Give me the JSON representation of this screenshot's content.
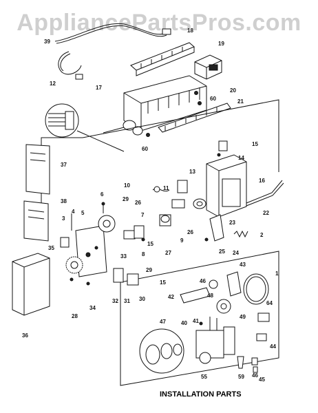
{
  "watermark": "AppliancePartsPros.com",
  "installation_title": "INSTALLATION PARTS",
  "callouts": [
    {
      "id": "c39",
      "text": "39"
    },
    {
      "id": "c18",
      "text": "18"
    },
    {
      "id": "c19",
      "text": "19"
    },
    {
      "id": "c12",
      "text": "12"
    },
    {
      "id": "c17",
      "text": "17"
    },
    {
      "id": "c20",
      "text": "20"
    },
    {
      "id": "c60a",
      "text": "60"
    },
    {
      "id": "c21",
      "text": "21"
    },
    {
      "id": "c60b",
      "text": "60"
    },
    {
      "id": "c15a",
      "text": "15"
    },
    {
      "id": "c14",
      "text": "14"
    },
    {
      "id": "c37",
      "text": "37"
    },
    {
      "id": "c13",
      "text": "13"
    },
    {
      "id": "c16",
      "text": "16"
    },
    {
      "id": "c10",
      "text": "10"
    },
    {
      "id": "c11",
      "text": "11"
    },
    {
      "id": "c6",
      "text": "6"
    },
    {
      "id": "c38",
      "text": "38"
    },
    {
      "id": "c29a",
      "text": "29"
    },
    {
      "id": "c26a",
      "text": "26"
    },
    {
      "id": "c22",
      "text": "22"
    },
    {
      "id": "c5",
      "text": "5"
    },
    {
      "id": "c3",
      "text": "3"
    },
    {
      "id": "c4",
      "text": "4"
    },
    {
      "id": "c7",
      "text": "7"
    },
    {
      "id": "c26b",
      "text": "26"
    },
    {
      "id": "c23",
      "text": "23"
    },
    {
      "id": "c2",
      "text": "2"
    },
    {
      "id": "c9",
      "text": "9"
    },
    {
      "id": "c15b",
      "text": "15"
    },
    {
      "id": "c27",
      "text": "27"
    },
    {
      "id": "c25",
      "text": "25"
    },
    {
      "id": "c24",
      "text": "24"
    },
    {
      "id": "c35",
      "text": "35"
    },
    {
      "id": "c8",
      "text": "8"
    },
    {
      "id": "c33",
      "text": "33"
    },
    {
      "id": "c29b",
      "text": "29"
    },
    {
      "id": "c15c",
      "text": "15"
    },
    {
      "id": "c32",
      "text": "32"
    },
    {
      "id": "c31",
      "text": "31"
    },
    {
      "id": "c30",
      "text": "30"
    },
    {
      "id": "c34",
      "text": "34"
    },
    {
      "id": "c28",
      "text": "28"
    },
    {
      "id": "c36",
      "text": "36"
    },
    {
      "id": "c43",
      "text": "43"
    },
    {
      "id": "c46",
      "text": "46"
    },
    {
      "id": "c1",
      "text": "1"
    },
    {
      "id": "c42",
      "text": "42"
    },
    {
      "id": "c48",
      "text": "48"
    },
    {
      "id": "c40",
      "text": "40"
    },
    {
      "id": "c64",
      "text": "64"
    },
    {
      "id": "c41",
      "text": "41"
    },
    {
      "id": "c49",
      "text": "49"
    },
    {
      "id": "c47",
      "text": "47"
    },
    {
      "id": "c44",
      "text": "44"
    },
    {
      "id": "c55",
      "text": "55"
    },
    {
      "id": "c59",
      "text": "59"
    },
    {
      "id": "c46b",
      "text": "46"
    },
    {
      "id": "c45",
      "text": "45"
    }
  ]
}
